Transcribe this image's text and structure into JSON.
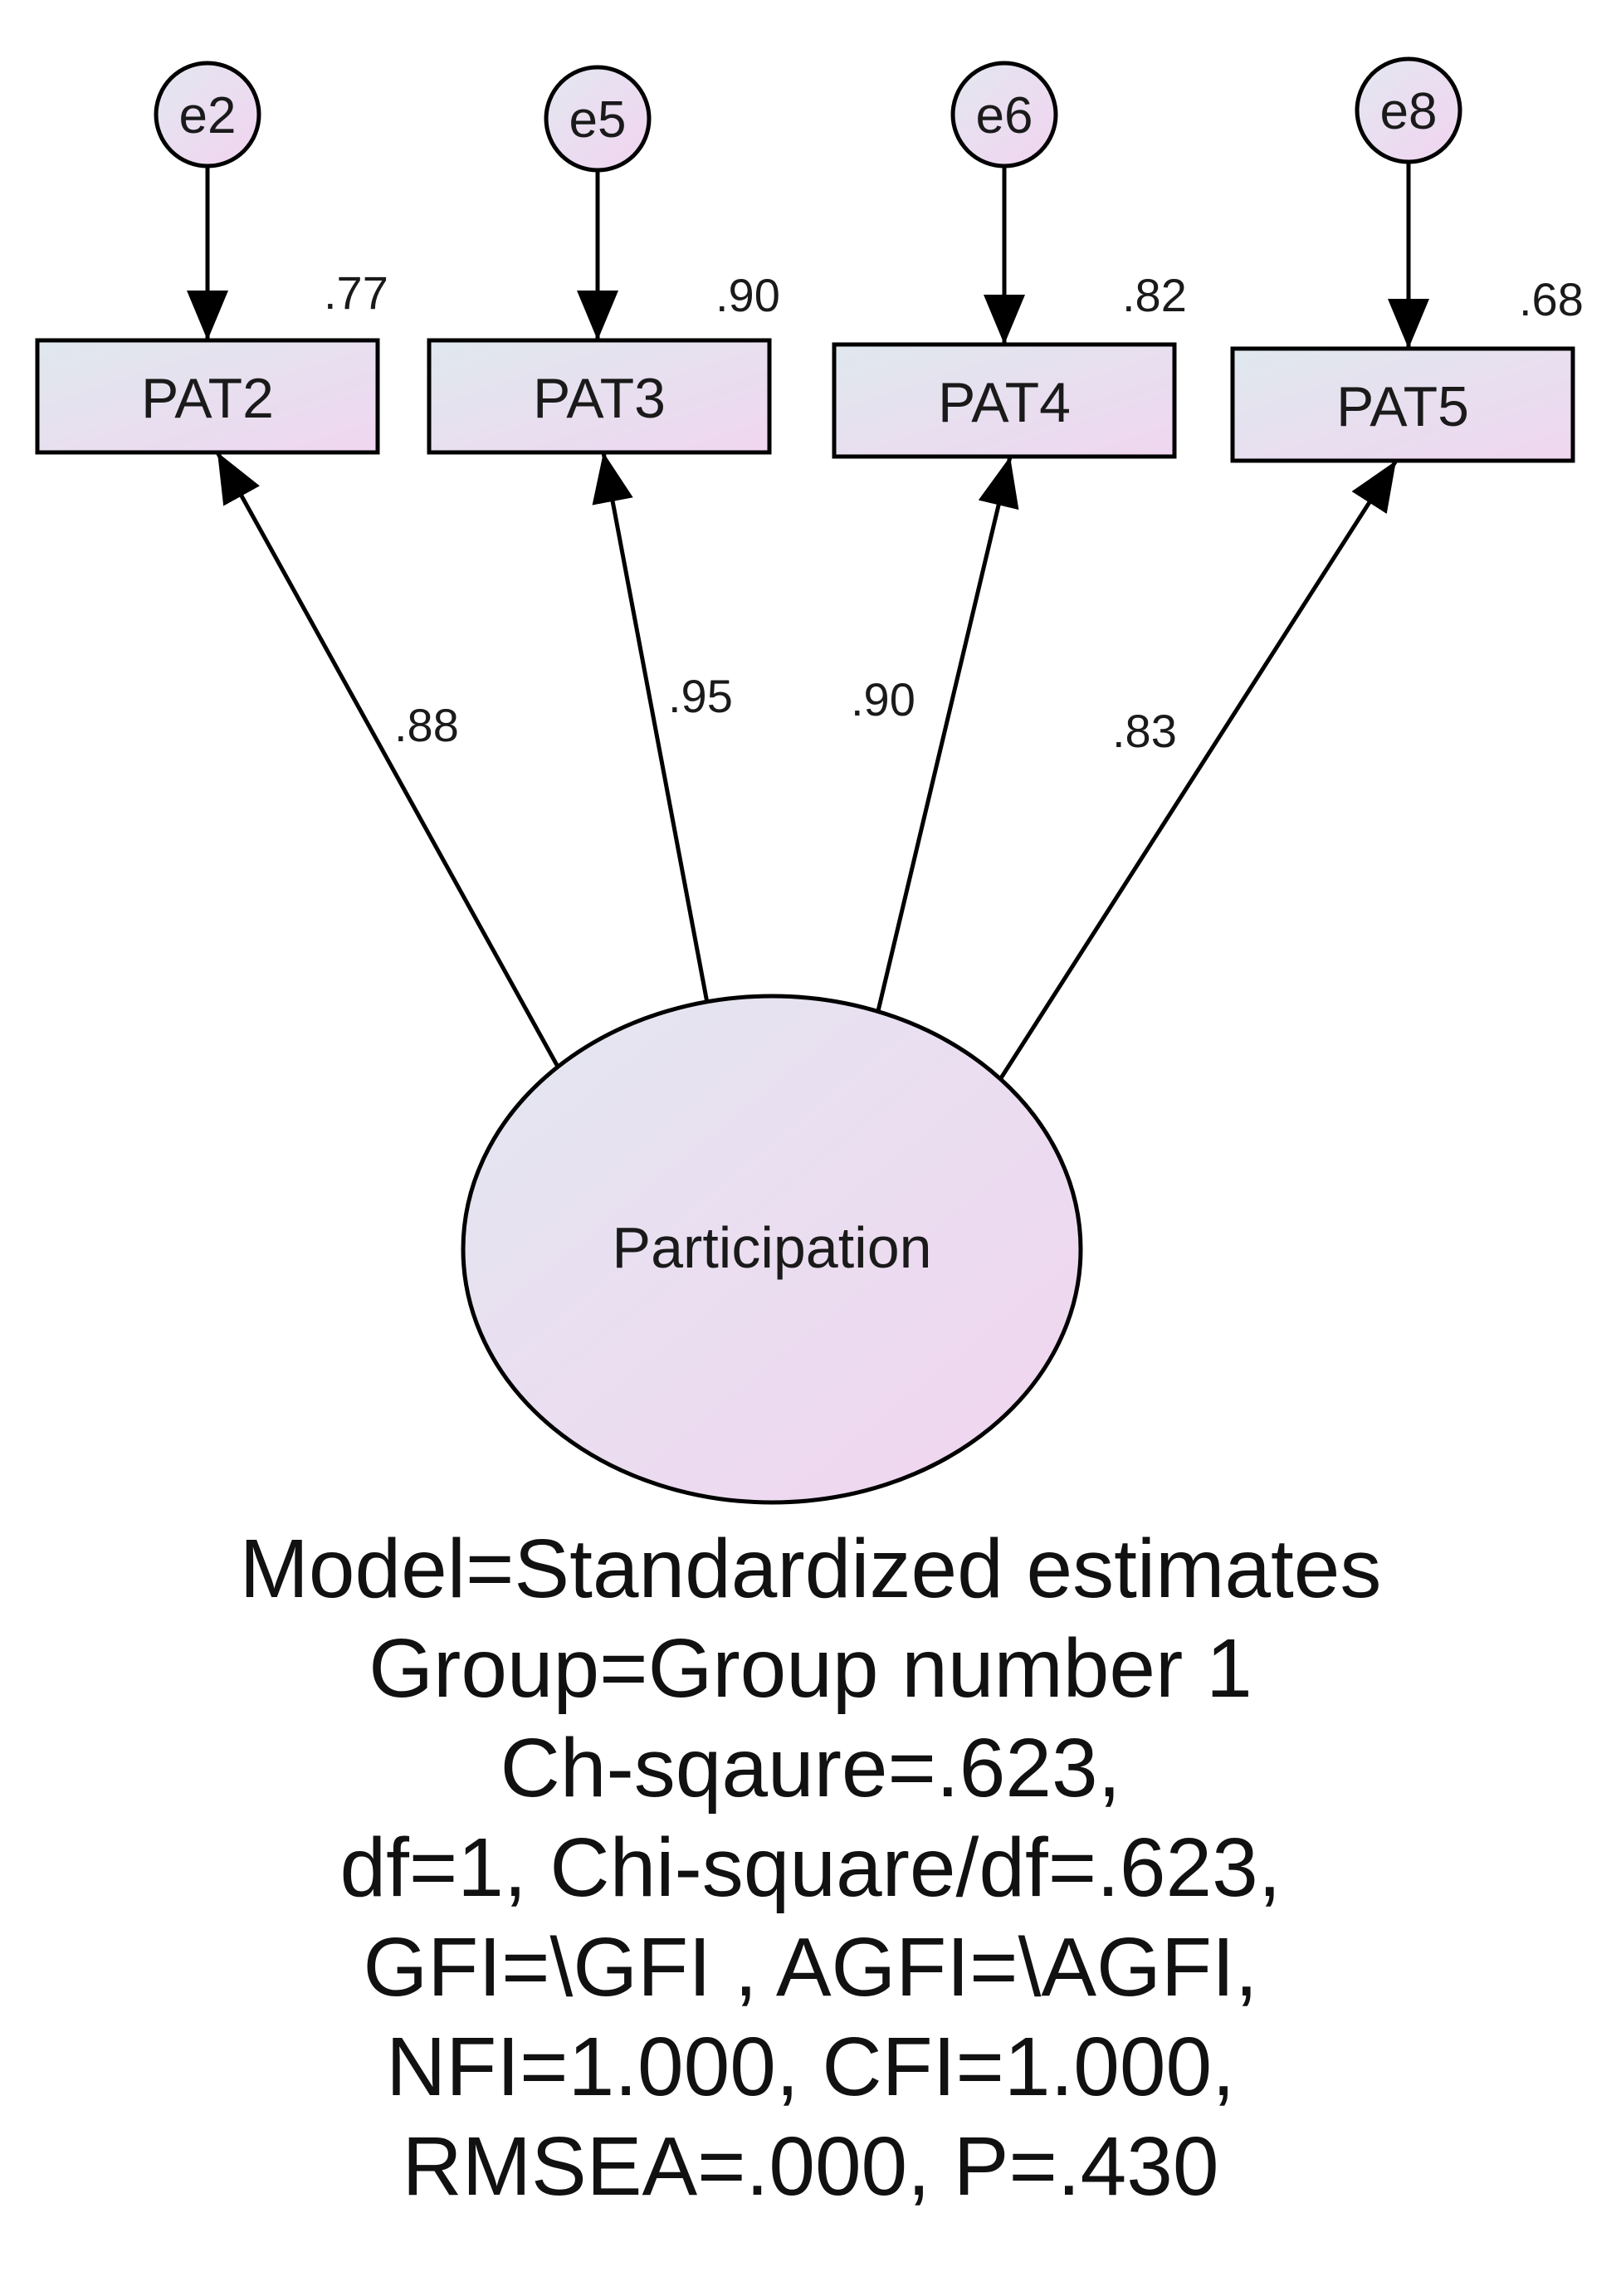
{
  "diagram": {
    "latent": {
      "label": "Participation"
    },
    "indicators": [
      {
        "label": "PAT2",
        "error": "e2",
        "r2": ".77",
        "loading": ".88"
      },
      {
        "label": "PAT3",
        "error": "e5",
        "r2": ".90",
        "loading": ".95"
      },
      {
        "label": "PAT4",
        "error": "e6",
        "r2": ".82",
        "loading": ".90"
      },
      {
        "label": "PAT5",
        "error": "e8",
        "r2": ".68",
        "loading": ".83"
      }
    ]
  },
  "model_info": {
    "lines": [
      "Model=Standardized estimates",
      "Group=Group number 1",
      "Ch-sqaure=.623,",
      "df=1, Chi-square/df=.623,",
      "GFI=\\GFI , AGFI=\\AGFI,",
      "NFI=1.000, CFI=1.000,",
      "RMSEA=.000, P=.430"
    ]
  }
}
